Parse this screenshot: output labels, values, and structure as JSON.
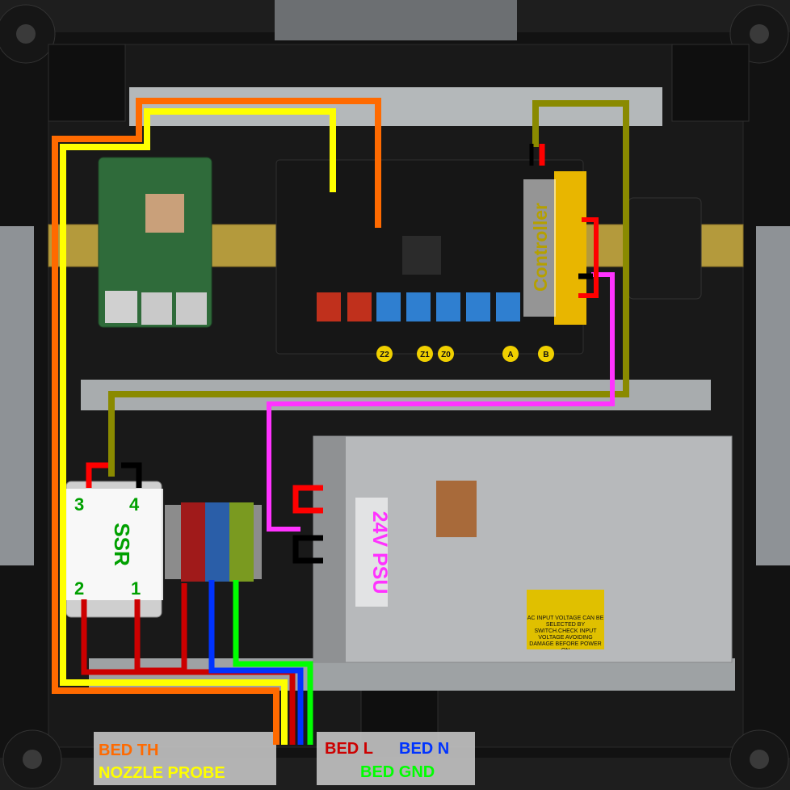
{
  "labels": {
    "controller": "Controller",
    "psu": "24V PSU",
    "ssr": "SSR",
    "ssr_pin_1": "1",
    "ssr_pin_2": "2",
    "ssr_pin_3": "3",
    "ssr_pin_4": "4",
    "bed_th": "BED TH",
    "nozzle_probe": "NOZZLE PROBE",
    "bed_l": "BED L",
    "bed_n": "BED N",
    "bed_gnd": "BED GND",
    "psu_warning": "AC INPUT VOLTAGE CAN BE SELECTED BY SWITCH.CHECK INPUT VOLTAGE AVOIDING DAMAGE BEFORE POWER ON",
    "stepper_drivers": [
      "Z2",
      "Z1",
      "Z0",
      "A",
      "B"
    ]
  },
  "wire_colors": {
    "bed_th": "#ff6a00",
    "nozzle_probe": "#ffff00",
    "bed_l": "#cc0000",
    "bed_n": "#0033ff",
    "bed_gnd": "#00ff00",
    "ssr_signal": "#8a8a00",
    "psu_to_controller": "#ff33ff",
    "power_pos": "#ff0000",
    "power_neg": "#000000"
  },
  "text_colors": {
    "controller": "#b5a000",
    "psu": "#ff33ff",
    "ssr": "#00a000",
    "bed_th": "#ff6a00",
    "nozzle_probe": "#ffff00",
    "bed_l": "#cc0000",
    "bed_n": "#0033ff",
    "bed_gnd": "#00ff00"
  }
}
